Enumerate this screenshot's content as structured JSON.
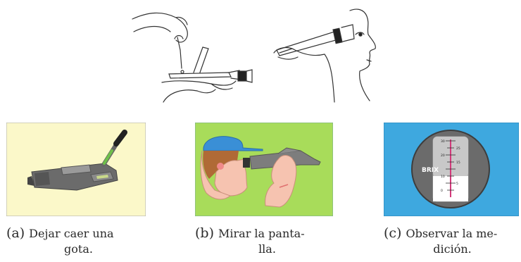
{
  "panels": [
    {
      "tag": "(a)",
      "line1": "Dejar caer una",
      "line2": "gota.",
      "background": "#fbf8c9"
    },
    {
      "tag": "(b)",
      "line1": "Mirar la panta-",
      "line2": "lla.",
      "background": "#a8dc5a"
    },
    {
      "tag": "(c)",
      "line1": "Observar la me-",
      "line2": "dición.",
      "background": "#3ea8df"
    }
  ],
  "scale": {
    "label": "BRIX",
    "ticks": [
      "30",
      "25",
      "20",
      "15",
      "10",
      "5",
      "0"
    ]
  }
}
